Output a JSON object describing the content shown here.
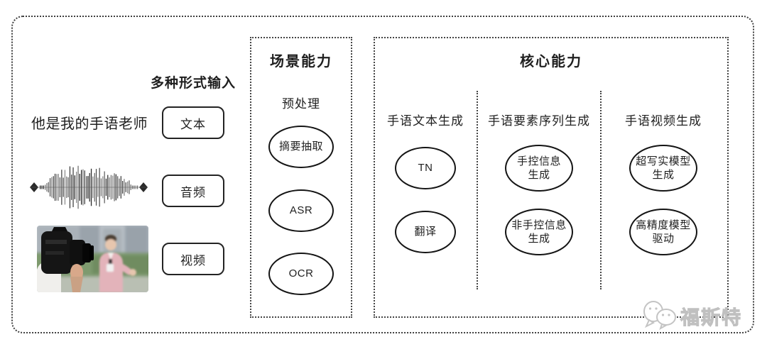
{
  "input_section": {
    "header": "多种形式输入",
    "text_example": "他是我的手语老师",
    "boxes": [
      {
        "label": "文本"
      },
      {
        "label": "音频"
      },
      {
        "label": "视频"
      }
    ],
    "icons": {
      "waveform": "audio-waveform-icon",
      "photo": "reporter-interview-photo"
    }
  },
  "scene_box": {
    "title": "场景能力",
    "subtitle": "预处理",
    "nodes": [
      {
        "label": "摘要抽取"
      },
      {
        "label": "ASR"
      },
      {
        "label": "OCR"
      }
    ]
  },
  "core_box": {
    "title": "核心能力",
    "columns": [
      {
        "header": "手语文本生成",
        "nodes": [
          {
            "label": "TN"
          },
          {
            "label": "翻译"
          }
        ]
      },
      {
        "header": "手语要素序列生成",
        "nodes": [
          {
            "label": "手控信息\n生成"
          },
          {
            "label": "非手控信息\n生成"
          }
        ]
      },
      {
        "header": "手语视频生成",
        "nodes": [
          {
            "label": "超写实模型\n生成"
          },
          {
            "label": "高精度模型\n驱动"
          }
        ]
      }
    ]
  },
  "watermark": {
    "text": "福斯特",
    "logo_icon": "speech-bubbles-logo"
  },
  "colors": {
    "ink": "#1f1f1f",
    "dotted_border": "#3f3f3f",
    "watermark": "#dedede",
    "background": "#ffffff"
  }
}
